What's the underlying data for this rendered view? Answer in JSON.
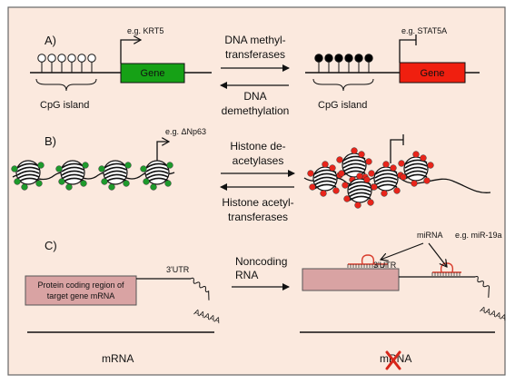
{
  "colors": {
    "background_panel": "#fbe9de",
    "gene_active": "#16a116",
    "gene_silenced": "#f01f0f",
    "methyl_filled": "#000000",
    "methyl_open": "#ffffff",
    "acetyl_green": "#1e9a2c",
    "acetyl_red": "#e8251b",
    "mrna_box": "#d9a3a3",
    "mirna": "#d83a2a",
    "cross": "#d7261a"
  },
  "panel_a": {
    "label": "A)",
    "left_example": "e.g. KRT5",
    "left_gene": "Gene",
    "left_cpg": "CpG island",
    "right_example": "e.g. STAT5A",
    "right_gene": "Gene",
    "right_cpg": "CpG island",
    "forward_line1": "DNA methyl-",
    "forward_line2": "transferases",
    "reverse_line1": "DNA",
    "reverse_line2": "demethylation"
  },
  "panel_b": {
    "label": "B)",
    "example": "e.g. ΔNp63",
    "forward_line1": "Histone de-",
    "forward_line2": "acetylases",
    "reverse_line1": "Histone acetyl-",
    "reverse_line2": "transferases"
  },
  "panel_c": {
    "label": "C)",
    "coding_line1": "Protein coding region of",
    "coding_line2": "target gene mRNA",
    "utr_left": "3'UTR",
    "utr_right": "3'UTR",
    "polya_left": "AAAAA",
    "polya_right": "AAAAA",
    "arrow_line1": "Noncoding",
    "arrow_line2": "RNA",
    "mirna": "miRNA",
    "mirna_example": "e.g. miR-19a",
    "mrna_left": "mRNA",
    "mrna_right": "mRNA"
  }
}
